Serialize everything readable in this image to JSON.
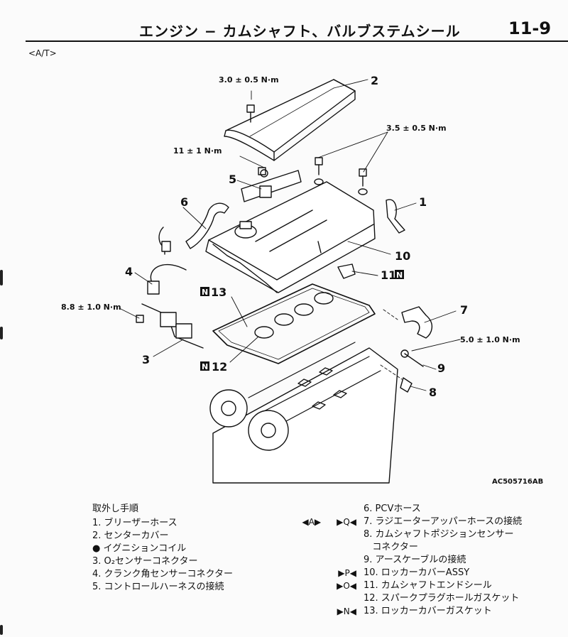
{
  "header": {
    "title": "エンジン − カムシャフト、バルブステムシール",
    "page_number": "11-9",
    "sub_label": "<A/T>"
  },
  "diagram": {
    "callouts": [
      "1",
      "2",
      "3",
      "4",
      "5",
      "6",
      "7",
      "8",
      "9",
      "10",
      "11",
      "12",
      "13"
    ],
    "torques": [
      "3.0 ± 0.5 N·m",
      "3.5 ± 0.5 N·m",
      "11 ± 1 N·m",
      "8.8 ± 1.0 N·m",
      "5.0 ± 1.0 N·m"
    ],
    "badge_letter": "N",
    "figure_code": "AC505716AB"
  },
  "procedure": {
    "title": "取外し手順",
    "left_items": [
      "1. ブリーザーホース",
      "2. センターカバー",
      "● イグニションコイル",
      "3. O₂センサーコネクター",
      "4. クランク角センサーコネクター",
      "5. コントロールハーネスの接続"
    ],
    "right_items": [
      {
        "text": "6. PCVホース",
        "marks": []
      },
      {
        "text": "7. ラジエーターアッパーホースの接続",
        "marks": [
          "◀A▶",
          "▶Q◀"
        ]
      },
      {
        "text": "8. カムシャフトポジションセンサー",
        "marks": []
      },
      {
        "text": "   コネクター",
        "marks": []
      },
      {
        "text": "9. アースケーブルの接続",
        "marks": []
      },
      {
        "text": "10. ロッカーカバーASSY",
        "marks": [
          "▶P◀"
        ]
      },
      {
        "text": "11. カムシャフトエンドシール",
        "marks": [
          "▶O◀"
        ]
      },
      {
        "text": "12. スパークプラグホールガスケット",
        "marks": []
      },
      {
        "text": "13. ロッカーカバーガスケット",
        "marks": [
          "▶N◀"
        ]
      }
    ]
  }
}
